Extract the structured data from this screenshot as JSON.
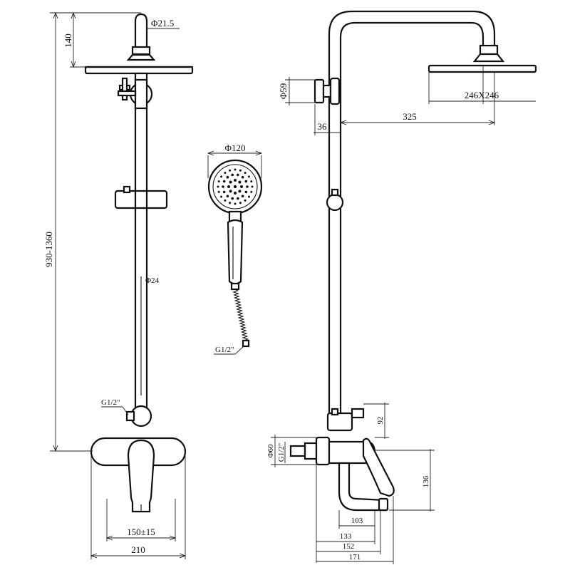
{
  "front_view": {
    "riser_length": "930-1360",
    "top_height": "140",
    "pipe_diameter": "Φ21.5",
    "rail_diameter": "Φ24",
    "inlet_thread": "G1/2\"",
    "centers": "150±15",
    "mixer_width": "210"
  },
  "hand_shower": {
    "head_diameter": "Φ120",
    "hose_thread": "G1/2\""
  },
  "side_view": {
    "head_size": "246X246",
    "arm_reach": "325",
    "wall_offset": "36",
    "bracket_diameter": "Φ59",
    "diverter_height": "92",
    "flange_diameter": "Φ60",
    "inlet_thread": "G1/2\"",
    "mixer_height": "136",
    "spout_reach_1": "103",
    "spout_reach_2": "133",
    "spout_reach_3": "152",
    "spout_reach_4": "171"
  }
}
